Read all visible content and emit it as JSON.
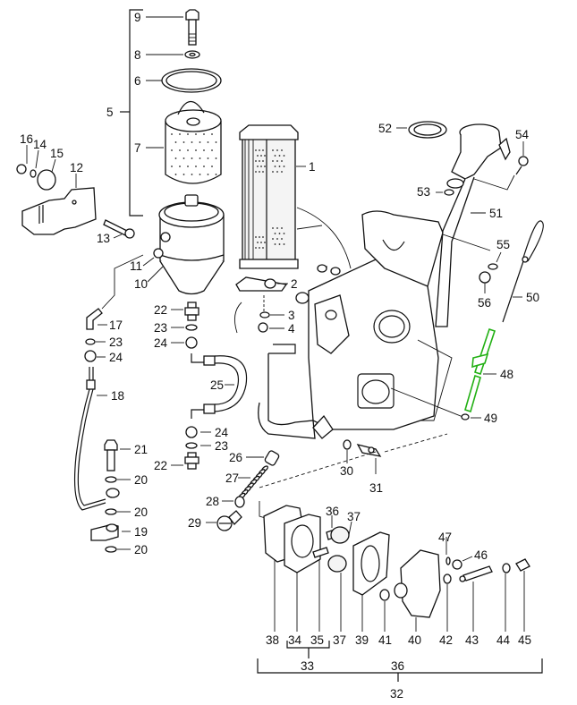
{
  "diagram": {
    "title": "Engine lubrication system – exploded parts view",
    "highlight_color": "#22b014",
    "highlighted_part": "48",
    "labels": [
      {
        "id": "1",
        "text": "1"
      },
      {
        "id": "2",
        "text": "2"
      },
      {
        "id": "3",
        "text": "3"
      },
      {
        "id": "4",
        "text": "4"
      },
      {
        "id": "5",
        "text": "5"
      },
      {
        "id": "6",
        "text": "6"
      },
      {
        "id": "7",
        "text": "7"
      },
      {
        "id": "8",
        "text": "8"
      },
      {
        "id": "9",
        "text": "9"
      },
      {
        "id": "10",
        "text": "10"
      },
      {
        "id": "11",
        "text": "11"
      },
      {
        "id": "12",
        "text": "12"
      },
      {
        "id": "13",
        "text": "13"
      },
      {
        "id": "14",
        "text": "14"
      },
      {
        "id": "15",
        "text": "15"
      },
      {
        "id": "16",
        "text": "16"
      },
      {
        "id": "17",
        "text": "17"
      },
      {
        "id": "18",
        "text": "18"
      },
      {
        "id": "19",
        "text": "19"
      },
      {
        "id": "20a",
        "text": "20"
      },
      {
        "id": "20b",
        "text": "20"
      },
      {
        "id": "20c",
        "text": "20"
      },
      {
        "id": "21",
        "text": "21"
      },
      {
        "id": "22a",
        "text": "22"
      },
      {
        "id": "22b",
        "text": "22"
      },
      {
        "id": "23a",
        "text": "23"
      },
      {
        "id": "23b",
        "text": "23"
      },
      {
        "id": "23c",
        "text": "23"
      },
      {
        "id": "24a",
        "text": "24"
      },
      {
        "id": "24b",
        "text": "24"
      },
      {
        "id": "24c",
        "text": "24"
      },
      {
        "id": "25",
        "text": "25"
      },
      {
        "id": "26",
        "text": "26"
      },
      {
        "id": "27",
        "text": "27"
      },
      {
        "id": "28",
        "text": "28"
      },
      {
        "id": "29",
        "text": "29"
      },
      {
        "id": "30",
        "text": "30"
      },
      {
        "id": "31",
        "text": "31"
      },
      {
        "id": "32",
        "text": "32"
      },
      {
        "id": "33",
        "text": "33"
      },
      {
        "id": "34",
        "text": "34"
      },
      {
        "id": "35",
        "text": "35"
      },
      {
        "id": "36a",
        "text": "36"
      },
      {
        "id": "36b",
        "text": "36"
      },
      {
        "id": "37a",
        "text": "37"
      },
      {
        "id": "37b",
        "text": "37"
      },
      {
        "id": "38",
        "text": "38"
      },
      {
        "id": "39",
        "text": "39"
      },
      {
        "id": "40",
        "text": "40"
      },
      {
        "id": "41",
        "text": "41"
      },
      {
        "id": "42",
        "text": "42"
      },
      {
        "id": "43",
        "text": "43"
      },
      {
        "id": "44",
        "text": "44"
      },
      {
        "id": "45",
        "text": "45"
      },
      {
        "id": "46",
        "text": "46"
      },
      {
        "id": "47",
        "text": "47"
      },
      {
        "id": "48",
        "text": "48"
      },
      {
        "id": "49",
        "text": "49"
      },
      {
        "id": "50",
        "text": "50"
      },
      {
        "id": "51",
        "text": "51"
      },
      {
        "id": "52",
        "text": "52"
      },
      {
        "id": "53",
        "text": "53"
      },
      {
        "id": "54",
        "text": "54"
      },
      {
        "id": "55",
        "text": "55"
      },
      {
        "id": "56",
        "text": "56"
      }
    ]
  }
}
